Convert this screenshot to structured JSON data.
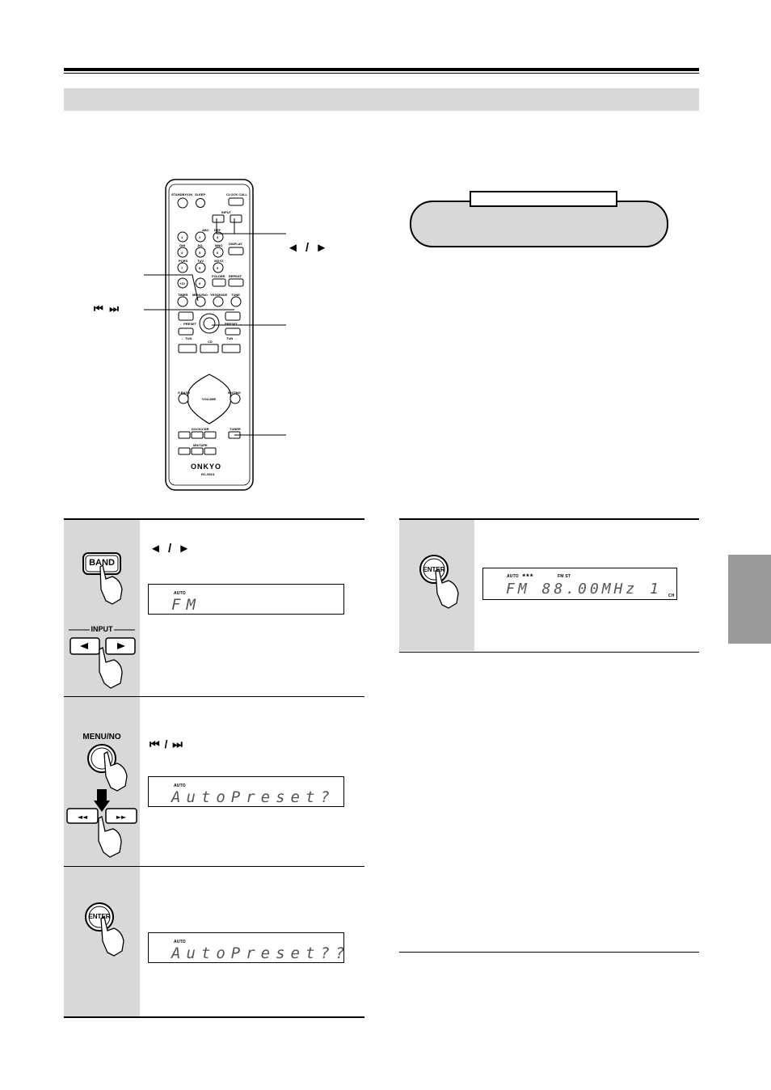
{
  "callout": {
    "tag_text": "",
    "body_text": ""
  },
  "remote": {
    "labels": {
      "standby": "STANDBY/ON",
      "sleep": "SLEEP",
      "clock_call": "CLOCK CALL",
      "input": "INPUT",
      "display": "DISPLAY",
      "abc": "ABC",
      "def": "DEF",
      "ghi": "GHI",
      "jkl": "JKL",
      "mno": "MNO",
      "pqrs": "PQRS",
      "tuv": "TUV",
      "wxyz": "WXYZ",
      "folder": "FOLDER",
      "repeat": "REPEAT",
      "timer": "TIMER",
      "menu_no": "MENU/NO",
      "yes_mode": "YES/MODE",
      "tune": "TUNE",
      "preset_left": "← PRESET",
      "preset_right": "PRESET →",
      "tun_left": "← TUN",
      "tun_right": "TUN →",
      "cd": "CD",
      "sbass": "S.BASS",
      "volume": "VOLUME",
      "muting": "MUTING",
      "dock_cdr": "DOCK/CDR",
      "tuner": "TUNER",
      "md_tape": "MD/TAPE",
      "brand": "ONKYO",
      "model": "RC-591S",
      "num1": "1",
      "num2": "2",
      "num3": "3",
      "num4": "4",
      "num5": "5",
      "num6": "6",
      "num7": "7",
      "num8": "8",
      "num9": "9",
      "num0": "0",
      "num10": "+10"
    },
    "callouts": {
      "left_arrows": "◄ / ►",
      "skip": "⏮  ⏭"
    }
  },
  "steps": {
    "step1": {
      "band_label": "BAND",
      "input_label": "INPUT",
      "arrows": "◄ / ►",
      "lcd_small": "AUTO",
      "lcd_text": "FM"
    },
    "step2": {
      "menu_label": "MENU/NO",
      "skip_symbols": "⏮  /  ⏭",
      "lcd_small": "AUTO",
      "lcd_text": "AutoPreset?"
    },
    "step3": {
      "enter_label": "ENTER",
      "lcd_small": "AUTO",
      "lcd_text": "AutoPreset??"
    },
    "step4": {
      "enter_label": "ENTER",
      "lcd_small_auto": "AUTO",
      "lcd_small_stars": "★★★",
      "lcd_small_fmst": "FM ST",
      "lcd_text": "FM  88.00MHz  1",
      "lcd_ch": "CH"
    }
  },
  "colors": {
    "band": "#d9d9d9",
    "step_bg": "#d8d8d8",
    "side_tab": "#9a9a9a",
    "lcd_text": "#555555"
  }
}
